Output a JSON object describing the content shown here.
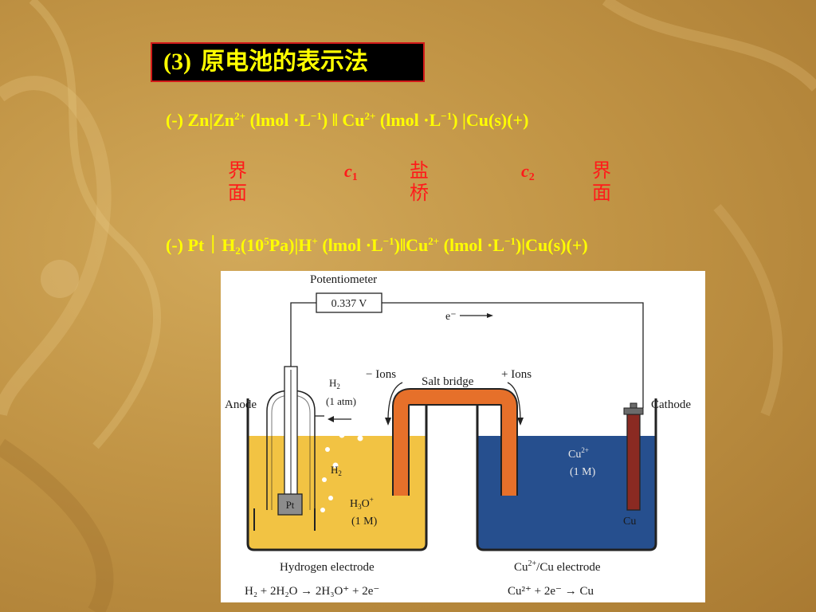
{
  "title": {
    "number": "(3)",
    "text": "原电池的表示法"
  },
  "formula1": {
    "pre": "(-)  Zn|Zn",
    "charge1": "2+",
    "conc1_open": " (lmol ·L",
    "exp1": "−1",
    "mid": ") ‖ Cu",
    "charge2": "2+",
    "conc2_open": " (lmol ·L",
    "exp2": "−1",
    "post": ") |Cu(s)(+)"
  },
  "annotations": {
    "interface_left": [
      "界",
      "面"
    ],
    "c1": {
      "letter": "c",
      "sub": "1"
    },
    "salt_bridge": [
      "盐",
      "桥"
    ],
    "c2": {
      "letter": "c",
      "sub": "2"
    },
    "interface_right": [
      "界",
      "面"
    ]
  },
  "formula2": {
    "pre": "(-) Pt｜H",
    "h2sub": "2",
    "p_open": "(10",
    "p_exp": "5",
    "p_close": "Pa)|H",
    "h_charge": "+",
    "conc1_open": " (lmol ·L",
    "exp1": "−1",
    "mid": ")‖Cu",
    "cu_charge": "2+",
    "conc2_open": " (lmol ·L",
    "exp2": "−1",
    "post": ")|Cu(s)(+)"
  },
  "figure": {
    "potentiometer_label": "Potentiometer",
    "voltage": "0.337 V",
    "electron_flow": "e⁻",
    "anode": "Anode",
    "cathode": "Cathode",
    "minus_ions": "− Ions",
    "plus_ions": "+ Ions",
    "salt_bridge": "Salt bridge",
    "h2_gas": "H",
    "h2_sub": "2",
    "atm": "(1 atm)",
    "h2_bubbles_label": "H",
    "h2_bubbles_sub": "2",
    "pt": "Pt",
    "h3o": "H",
    "h3o_sub": "3",
    "h3o_rest": "O",
    "h3o_sup": "+",
    "h3o_conc": "(1 M)",
    "cu_ion": "Cu",
    "cu_ion_sup": "2+",
    "cu_conc": "(1 M)",
    "cu_electrode": "Cu",
    "left_caption": "Hydrogen electrode",
    "right_caption_pre": "Cu",
    "right_caption_sup": "2+",
    "right_caption_post": "/Cu electrode",
    "left_eq": "H₂ + 2H₂O → 2H₃O⁺ + 2e⁻",
    "right_eq": "Cu²⁺ + 2e⁻ → Cu"
  },
  "colors": {
    "title_text": "#ffff00",
    "title_border": "#d21a1a",
    "formula_text": "#ffff00",
    "annotation_text": "#ff1a1a",
    "left_solution": "#f2c343",
    "right_solution": "#264f8e",
    "salt_bridge": "#e6702a",
    "copper_rod": "#8a2a22"
  }
}
